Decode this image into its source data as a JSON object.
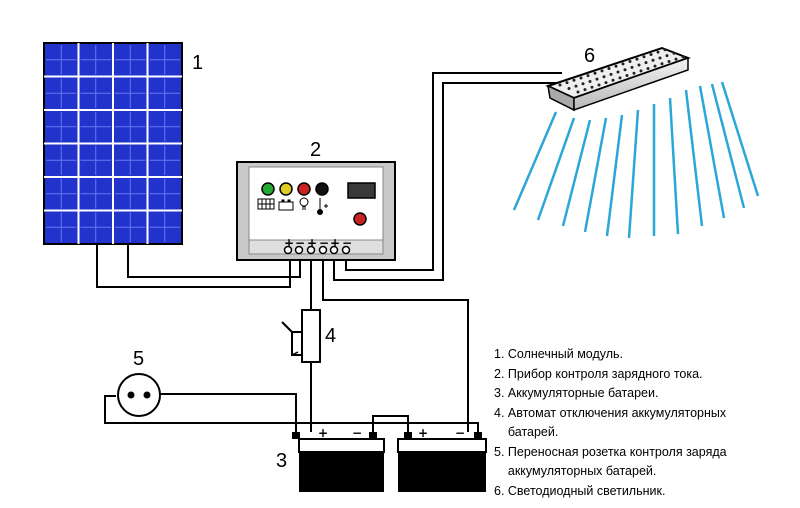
{
  "callouts": {
    "solar_panel": "1",
    "controller": "2",
    "batteries": "3",
    "breaker": "4",
    "socket": "5",
    "lamp": "6"
  },
  "terminal_signs": {
    "controller": [
      "+",
      "−",
      "+",
      "−",
      "+",
      "−"
    ],
    "battery_left": [
      "+",
      "−"
    ],
    "battery_right": [
      "+",
      "−"
    ]
  },
  "legend": [
    "1. Солнечный модуль.",
    "2. Прибор контроля зарядного тока.",
    "3. Аккумуляторные батареи.",
    "4. Автомат отключения аккумуляторных\n    батарей.",
    "5. Переносная розетка контроля заряда\n    аккумуляторных батарей.",
    "6. Светодиодный светильник."
  ],
  "colors": {
    "panel_blue": "#2233cc",
    "panel_grid": "#ffffff",
    "light_rays": "#2aa7d8",
    "led_green": "#22aa33",
    "led_yellow": "#ddcc22",
    "led_red": "#cc2222"
  }
}
